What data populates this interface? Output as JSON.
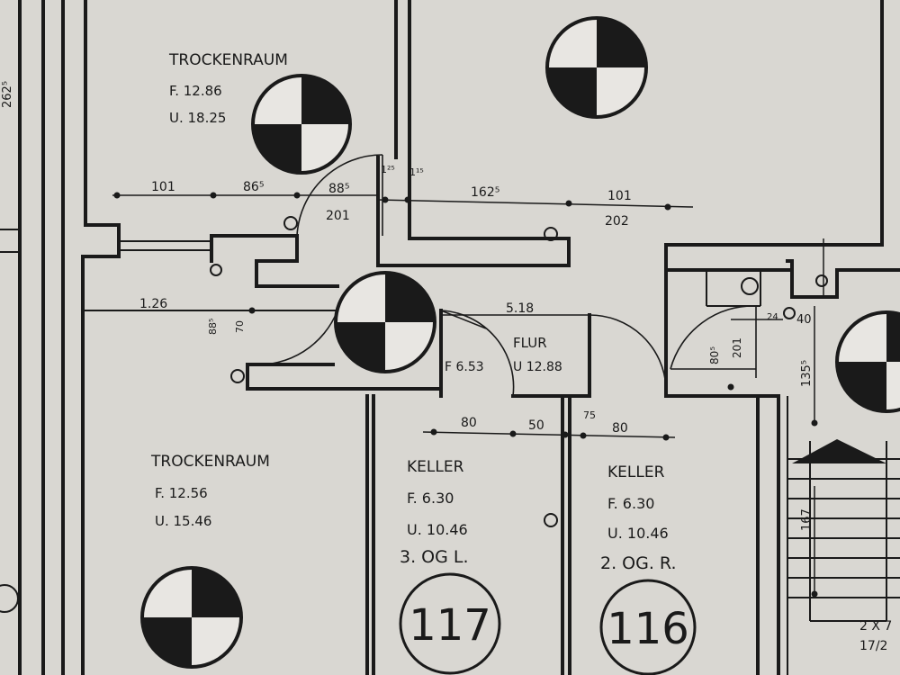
{
  "rooms": {
    "trockenraum_top": {
      "name": "TROCKENRAUM",
      "area": "F. 12.86",
      "perimeter": "U. 18.25"
    },
    "trockenraum_bottom": {
      "name": "TROCKENRAUM",
      "area": "F. 12.56",
      "perimeter": "U. 15.46"
    },
    "flur": {
      "name": "FLUR",
      "area": "F 6.53",
      "perimeter": "U 12.88"
    },
    "keller_117": {
      "name": "KELLER",
      "area": "F. 6.30",
      "perimeter": "U. 10.46",
      "assignment": "3. OG L.",
      "number": "117"
    },
    "keller_116": {
      "name": "KELLER",
      "area": "F. 6.30",
      "perimeter": "U. 10.46",
      "assignment": "2. OG. R.",
      "number": "116"
    }
  },
  "dimensions": {
    "d_101_left": "101",
    "d_86": "86⁵",
    "d_88_top": "88⁵",
    "d_201_top": "201",
    "d_125": "1²⁵",
    "d_115": "1¹⁵",
    "d_162": "162⁵",
    "d_101_right": "101",
    "d_202": "202",
    "d_126": "1.26",
    "d_88_vert": "88⁵",
    "d_70": "70",
    "d_518": "5.18",
    "d_80_left": "80",
    "d_50": "50",
    "d_75": "75",
    "d_80_right": "80",
    "d_80_door": "80⁵",
    "d_201_door": "201",
    "d_135": "135⁵",
    "d_167": "167",
    "d_262": "262⁵",
    "d_2x7": "2 X 7",
    "d_17": "17/2",
    "d_40": "40",
    "d_24": "24"
  },
  "colors": {
    "paper": "#d9d7d2",
    "ink": "#1a1a1a"
  }
}
